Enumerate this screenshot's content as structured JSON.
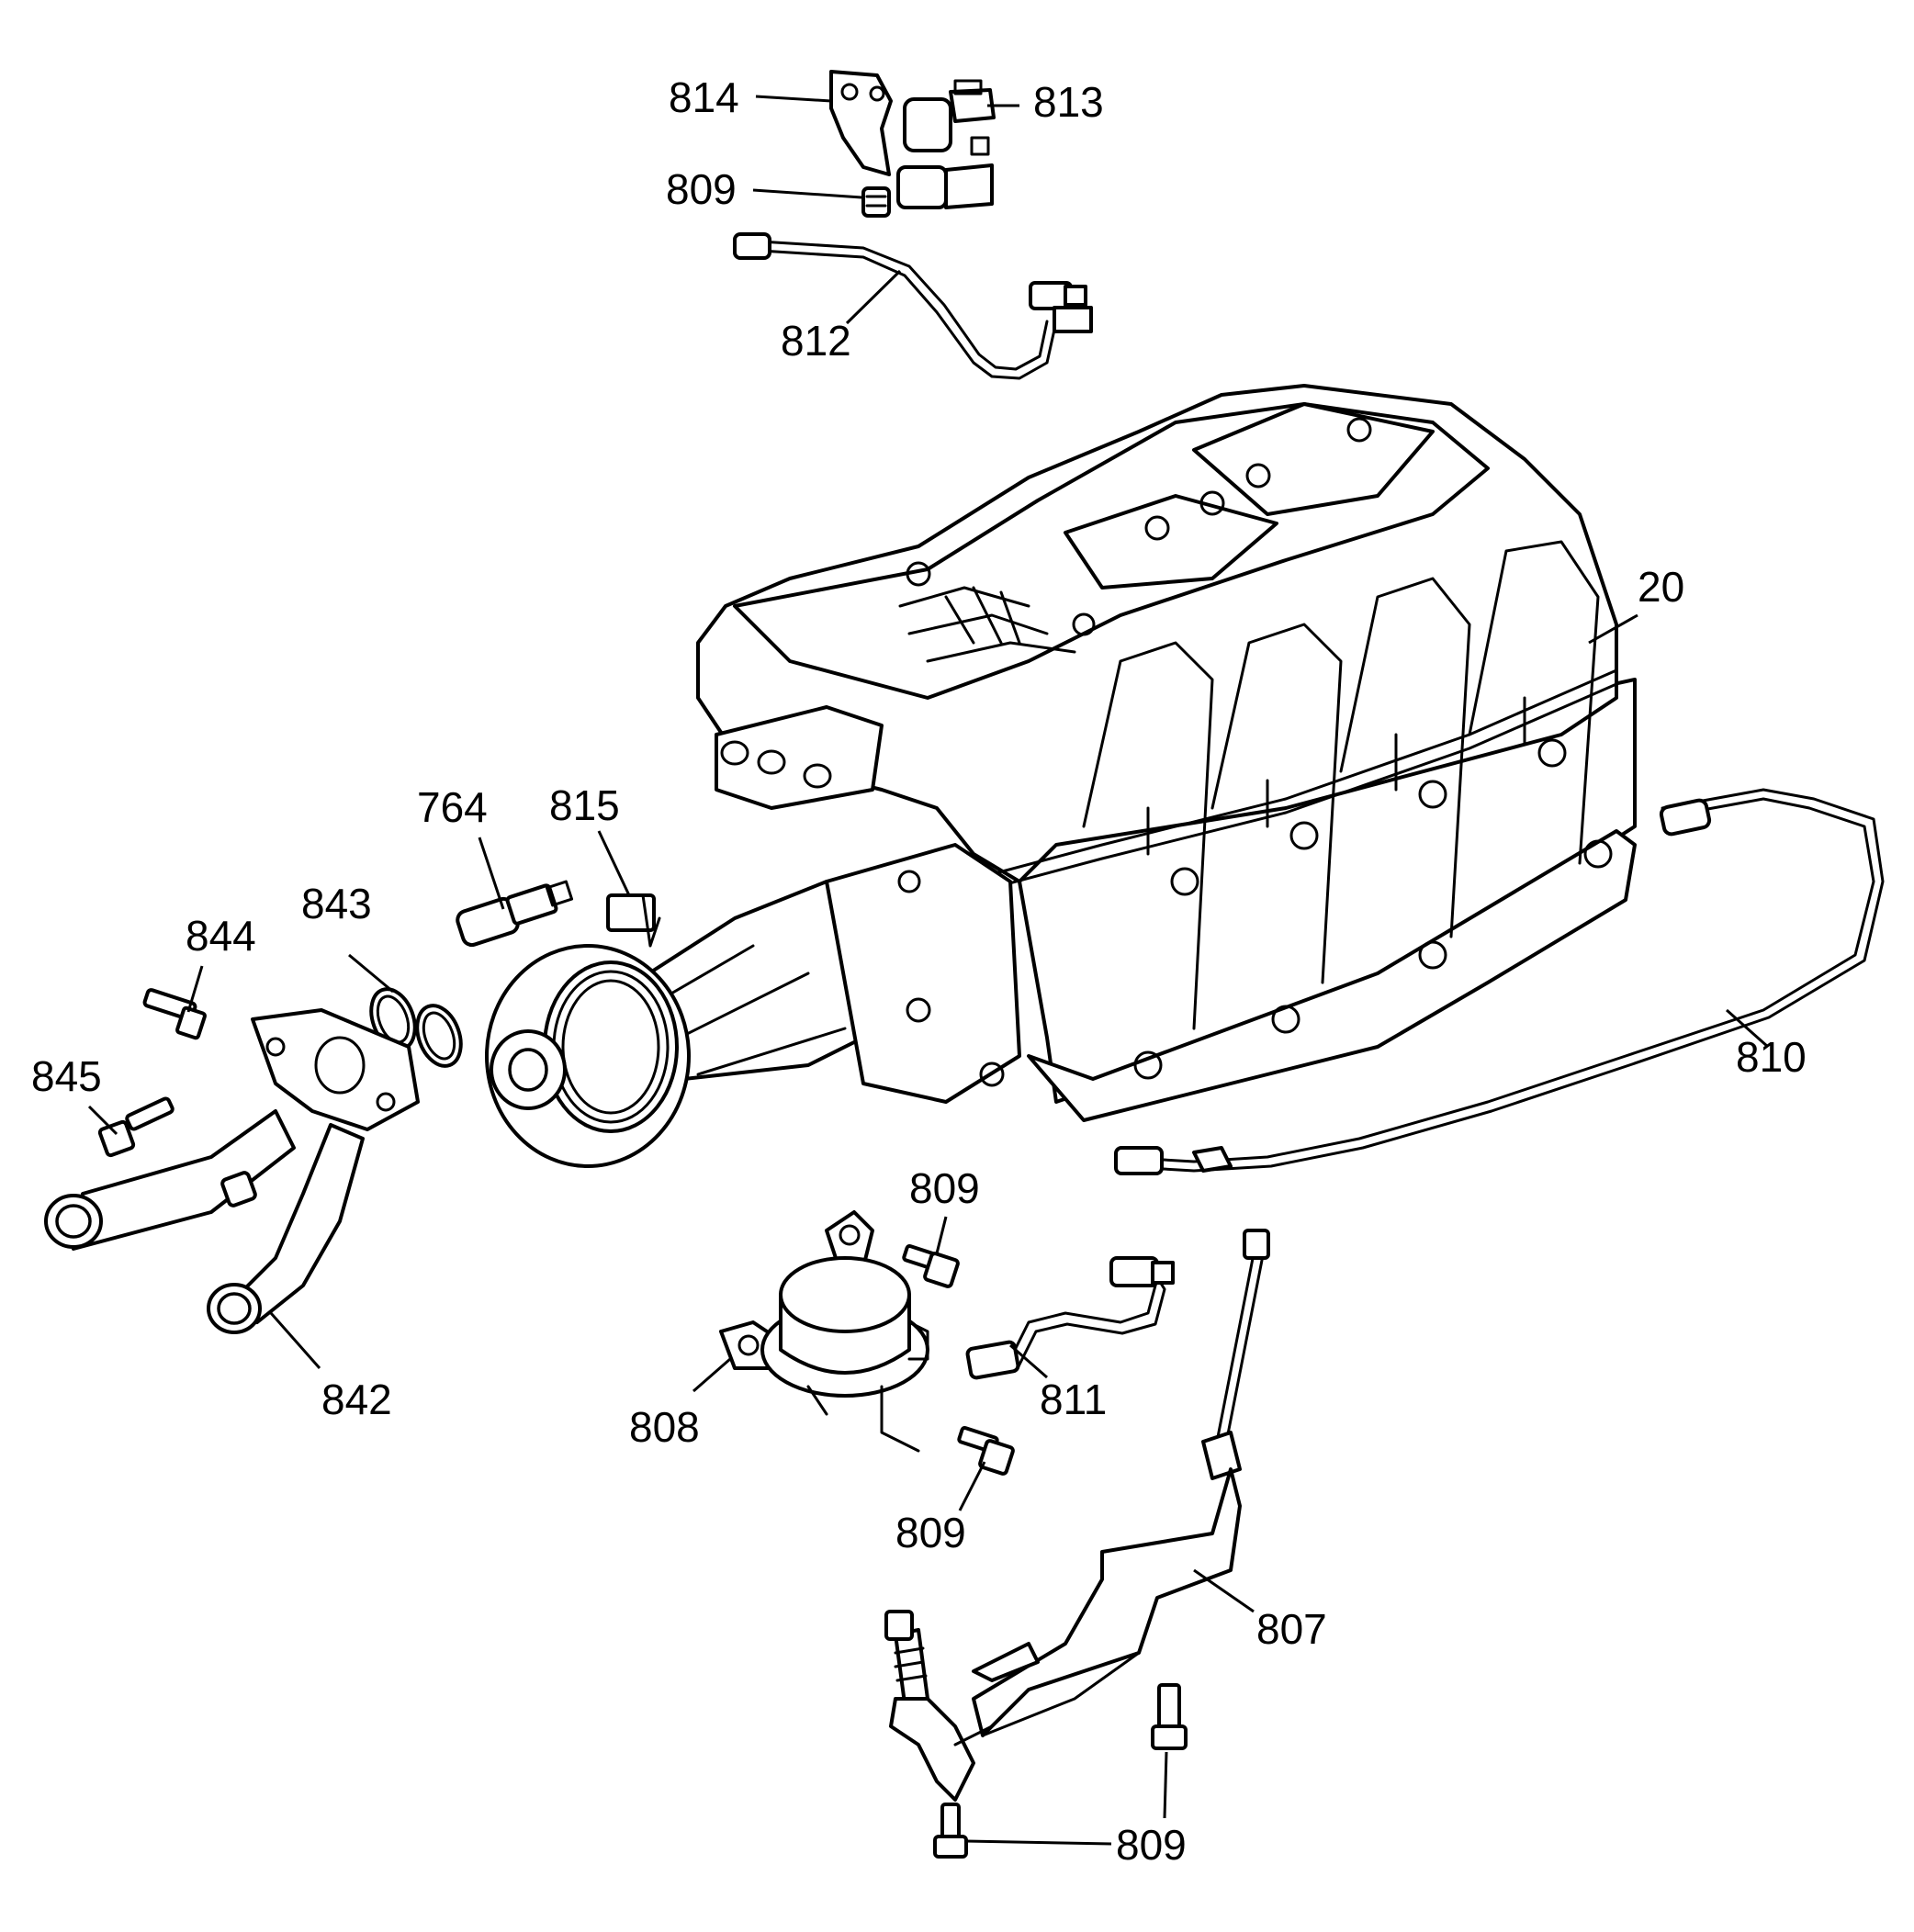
{
  "callouts": [
    {
      "id": "c814",
      "label": "814",
      "part": "bracket"
    },
    {
      "id": "c813",
      "label": "813",
      "part": "connector"
    },
    {
      "id": "c809a",
      "label": "809",
      "part": "bolt"
    },
    {
      "id": "c812",
      "label": "812",
      "part": "hose"
    },
    {
      "id": "c20",
      "label": "20",
      "part": "supercharger-assembly"
    },
    {
      "id": "c764",
      "label": "764",
      "part": "sensor"
    },
    {
      "id": "c815",
      "label": "815",
      "part": "clip"
    },
    {
      "id": "c843",
      "label": "843",
      "part": "o-ring-seals"
    },
    {
      "id": "c844",
      "label": "844",
      "part": "bolt"
    },
    {
      "id": "c845",
      "label": "845",
      "part": "bolt"
    },
    {
      "id": "c842",
      "label": "842",
      "part": "coolant-pipe"
    },
    {
      "id": "c810",
      "label": "810",
      "part": "hose"
    },
    {
      "id": "c809b",
      "label": "809",
      "part": "bolt"
    },
    {
      "id": "c808",
      "label": "808",
      "part": "actuator"
    },
    {
      "id": "c811",
      "label": "811",
      "part": "hose"
    },
    {
      "id": "c809c",
      "label": "809",
      "part": "bolt"
    },
    {
      "id": "c807",
      "label": "807",
      "part": "actuator-rod-bracket"
    },
    {
      "id": "c809d",
      "label": "809",
      "part": "bolt"
    }
  ]
}
